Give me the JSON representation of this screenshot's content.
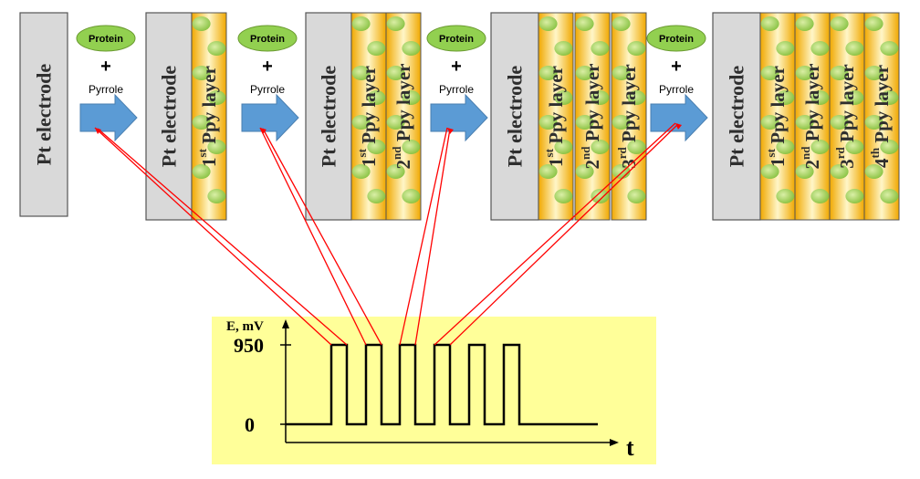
{
  "electrode_label": "Pt  electrode",
  "reagents": {
    "protein": "Protein",
    "plus": "+",
    "pyrrole": "Pyrrole"
  },
  "layer_text": " Ppy layer",
  "ordinals": [
    {
      "num": "1",
      "sup": "st"
    },
    {
      "num": "2",
      "sup": "nd"
    },
    {
      "num": "3",
      "sup": "rd"
    },
    {
      "num": "4",
      "sup": "th"
    }
  ],
  "graph": {
    "y_axis_label": "E, mV",
    "x_axis_label": "t",
    "tick_high": "950",
    "tick_low": "0",
    "pulse_count": 6
  },
  "colors": {
    "electrode_fill": "#d9d9d9",
    "layer_edge": "#f0a800",
    "layer_center": "#fff6c8",
    "protein_fill": "#92d050",
    "arrow_fill": "#5b9bd5",
    "graph_background": "#ffff99",
    "connector_lines": "#ff0000"
  }
}
